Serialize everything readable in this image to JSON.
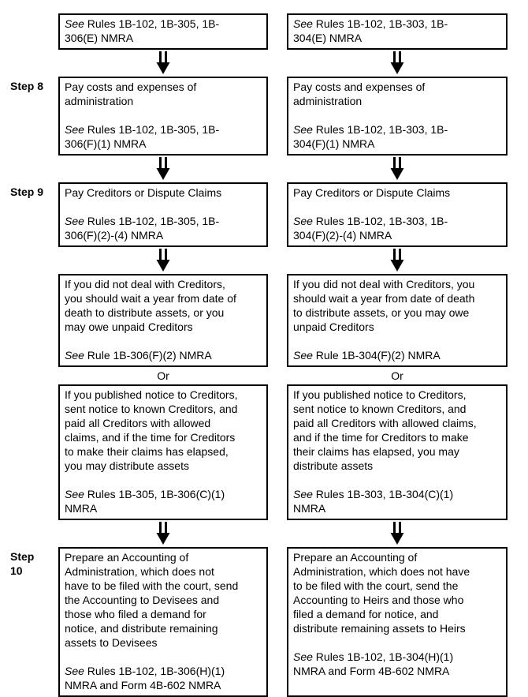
{
  "labels": {
    "see": "See",
    "or": "Or"
  },
  "rows": {
    "r0": {
      "left": {
        "cite_rest": " Rules 1B-102, 1B-305, 1B-\n306(E) NMRA"
      },
      "right": {
        "cite_rest": " Rules 1B-102, 1B-303, 1B-\n304(E) NMRA"
      }
    },
    "r1": {
      "step_label": "Step 8",
      "left": {
        "body": "Pay costs and expenses of\nadministration",
        "cite_rest": " Rules 1B-102, 1B-305, 1B-\n306(F)(1) NMRA"
      },
      "right": {
        "body": "Pay costs and expenses of\nadministration",
        "cite_rest": " Rules 1B-102, 1B-303, 1B-\n304(F)(1) NMRA"
      }
    },
    "r2": {
      "step_label": "Step 9",
      "left": {
        "body": "Pay Creditors or Dispute Claims",
        "cite_rest": " Rules 1B-102, 1B-305, 1B-\n306(F)(2)-(4) NMRA"
      },
      "right": {
        "body": "Pay Creditors or Dispute Claims",
        "cite_rest": " Rules 1B-102, 1B-303, 1B-\n304(F)(2)-(4) NMRA"
      }
    },
    "r3": {
      "left": {
        "body": "If you did not deal with Creditors,\nyou should wait a year from date of\ndeath to distribute assets, or you\nmay owe unpaid Creditors",
        "cite_rest": " Rule 1B-306(F)(2) NMRA"
      },
      "right": {
        "body": "If you did not deal with Creditors, you\nshould wait a year from date of death\nto distribute assets, or you may owe\nunpaid Creditors",
        "cite_rest": " Rule 1B-304(F)(2) NMRA"
      }
    },
    "r4": {
      "left": {
        "body": "If you published notice to Creditors,\nsent notice to known Creditors, and\npaid all Creditors with allowed\nclaims, and if the time for Creditors\nto make their claims has elapsed,\nyou may distribute assets",
        "cite_rest": " Rules 1B-305, 1B-306(C)(1)\nNMRA"
      },
      "right": {
        "body": "If you published notice to Creditors,\nsent notice to known Creditors, and\npaid all Creditors with allowed claims,\nand if the time for Creditors to make\ntheir claims has elapsed, you may\ndistribute assets",
        "cite_rest": " Rules 1B-303, 1B-304(C)(1)\nNMRA"
      }
    },
    "r5": {
      "step_label": "Step\n10",
      "left": {
        "body": "Prepare an Accounting of\nAdministration, which does not\nhave to be filed with the court, send\nthe Accounting to Devisees and\nthose who filed a demand for\nnotice, and distribute remaining\nassets to Devisees",
        "cite_rest": " Rules 1B-102, 1B-306(H)(1)\nNMRA and Form 4B-602 NMRA"
      },
      "right": {
        "body": "Prepare an Accounting of\nAdministration, which does not have\nto be filed with the court, send the\nAccounting to Heirs and those who\nfiled a demand for notice, and\ndistribute remaining assets to Heirs",
        "cite_rest": " Rules 1B-102, 1B-304(H)(1)\nNMRA and Form 4B-602 NMRA"
      }
    }
  }
}
